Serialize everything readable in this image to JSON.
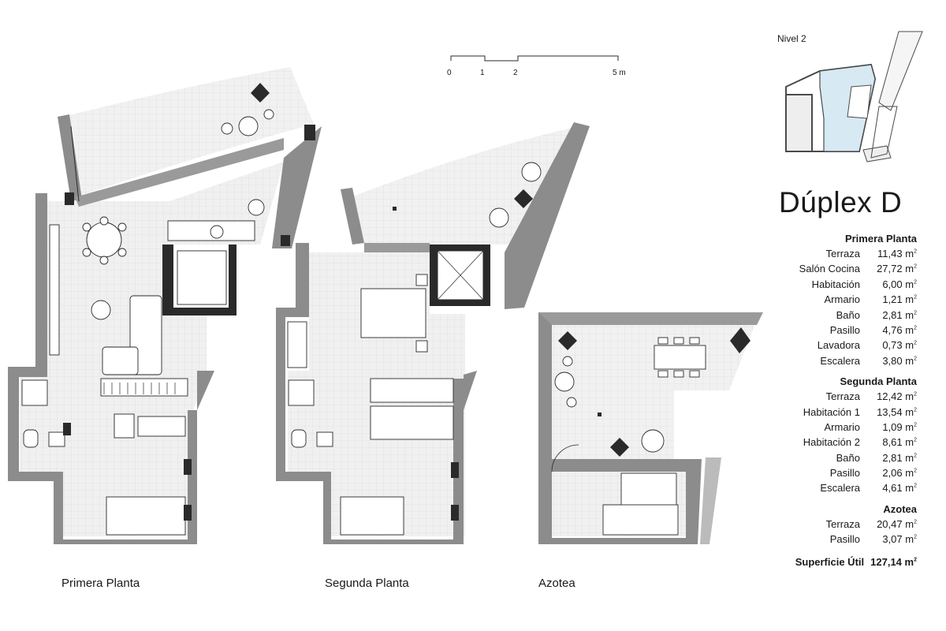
{
  "title": "Dúplex D",
  "level_label": "Nivel 2",
  "scale": {
    "ticks": [
      "0",
      "1",
      "2",
      "5 m"
    ]
  },
  "floors": [
    "Primera Planta",
    "Segunda Planta",
    "Azotea"
  ],
  "area_unit": "m",
  "sections": [
    {
      "name": "Primera Planta",
      "rooms": [
        {
          "name": "Terraza",
          "area": "11,43"
        },
        {
          "name": "Salón Cocina",
          "area": "27,72"
        },
        {
          "name": "Habitación",
          "area": "6,00"
        },
        {
          "name": "Armario",
          "area": "1,21"
        },
        {
          "name": "Baño",
          "area": "2,81"
        },
        {
          "name": "Pasillo",
          "area": "4,76"
        },
        {
          "name": "Lavadora",
          "area": "0,73"
        },
        {
          "name": "Escalera",
          "area": "3,80"
        }
      ]
    },
    {
      "name": "Segunda Planta",
      "rooms": [
        {
          "name": "Terraza",
          "area": "12,42"
        },
        {
          "name": "Habitación 1",
          "area": "13,54"
        },
        {
          "name": "Armario",
          "area": "1,09"
        },
        {
          "name": "Habitación 2",
          "area": "8,61"
        },
        {
          "name": "Baño",
          "area": "2,81"
        },
        {
          "name": "Pasillo",
          "area": "2,06"
        },
        {
          "name": "Escalera",
          "area": "4,61"
        }
      ]
    },
    {
      "name": "Azotea",
      "rooms": [
        {
          "name": "Terraza",
          "area": "20,47"
        },
        {
          "name": "Pasillo",
          "area": "3,07"
        }
      ]
    }
  ],
  "total": {
    "label": "Superficie Útil",
    "area": "127,14"
  },
  "colors": {
    "wall": "#8c8c8c",
    "floor": "#efefef",
    "grid": "#d6d6d6",
    "highlight": "#d7e9f3",
    "line": "#2a2a2a"
  }
}
